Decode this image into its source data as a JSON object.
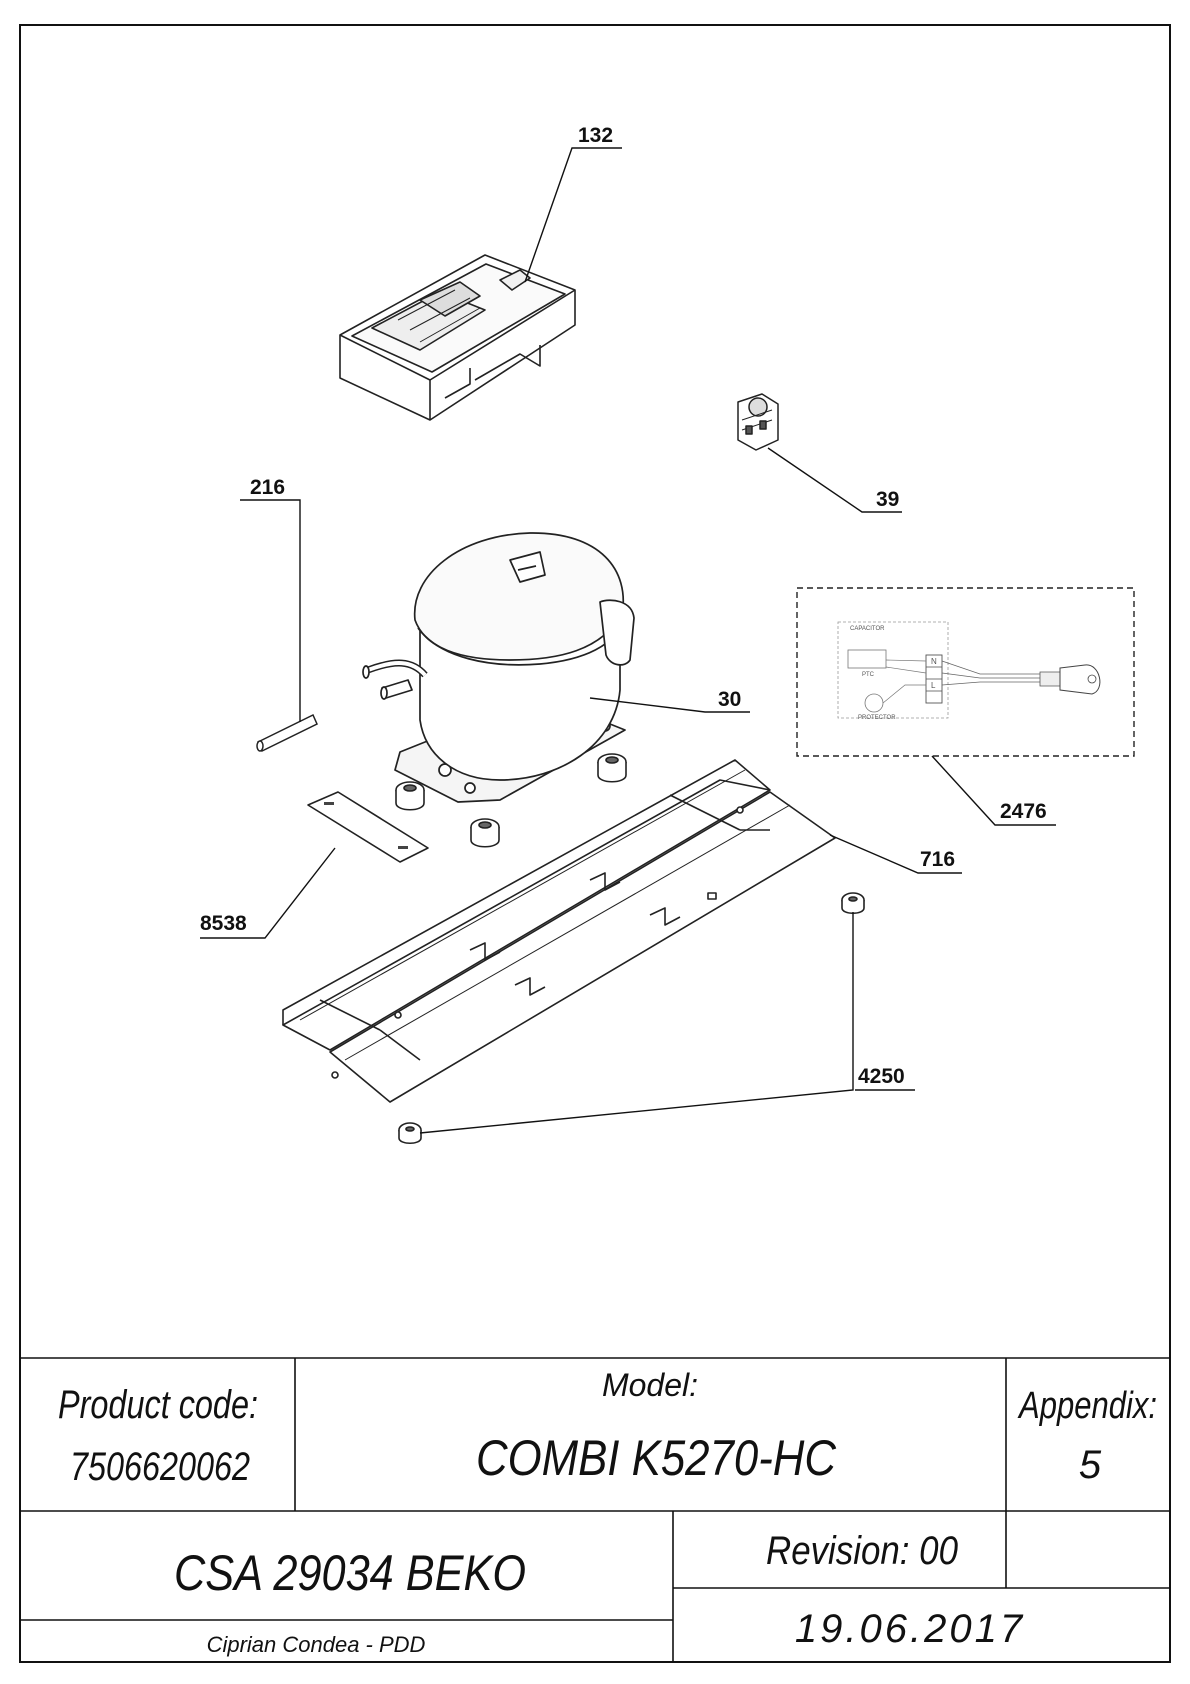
{
  "callouts": [
    {
      "id": "132",
      "label": "132"
    },
    {
      "id": "39",
      "label": "39"
    },
    {
      "id": "216",
      "label": "216"
    },
    {
      "id": "30",
      "label": "30"
    },
    {
      "id": "2476",
      "label": "2476"
    },
    {
      "id": "716",
      "label": "716"
    },
    {
      "id": "8538",
      "label": "8538"
    },
    {
      "id": "4250",
      "label": "4250"
    }
  ],
  "wiring_labels": {
    "capacitor": "CAPACITOR",
    "ptc": "PTC",
    "protector": "PROTECTOR",
    "terminal_n": "N",
    "terminal_l": "L"
  },
  "title_block": {
    "product_code_label": "Product code:",
    "product_code_value": "7506620062",
    "model_label": "Model:",
    "model_value": "COMBI K5270-HC",
    "appendix_label": "Appendix:",
    "appendix_value": "5",
    "document": "CSA 29034 BEKO",
    "revision": "Revision: 00",
    "author": "Ciprian Condea - PDD",
    "date": "19.06.2017"
  }
}
